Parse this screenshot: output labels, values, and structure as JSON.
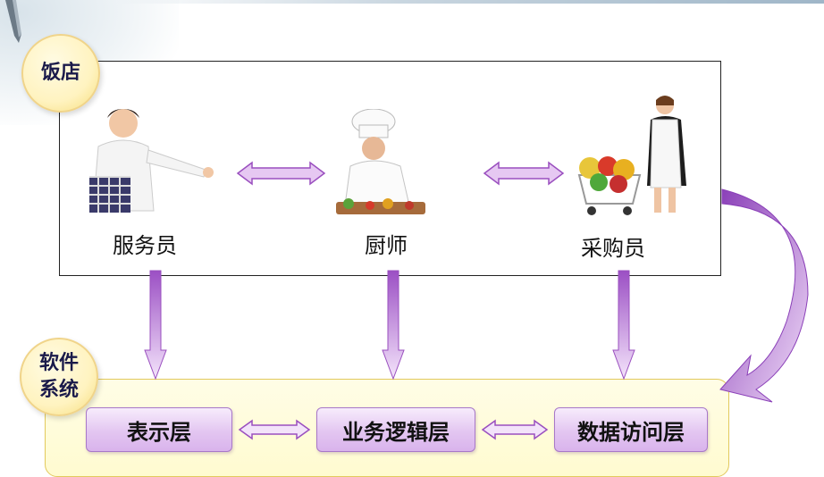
{
  "restaurant": {
    "label": "饭店",
    "roles": [
      {
        "id": "waiter",
        "label": "服务员"
      },
      {
        "id": "chef",
        "label": "厨师"
      },
      {
        "id": "buyer",
        "label": "采购员"
      }
    ]
  },
  "software": {
    "label_line1": "软件",
    "label_line2": "系统",
    "layers": [
      {
        "id": "presentation",
        "label": "表示层"
      },
      {
        "id": "business-logic",
        "label": "业务逻辑层"
      },
      {
        "id": "data-access",
        "label": "数据访问层"
      }
    ]
  },
  "colors": {
    "arrow_fill": "#e6c8f2",
    "arrow_stroke": "#9a4fbf",
    "curved_arrow": "#9a55c4",
    "panel_fill": "#fffbd0",
    "circle_fill": "#fff3c0"
  }
}
